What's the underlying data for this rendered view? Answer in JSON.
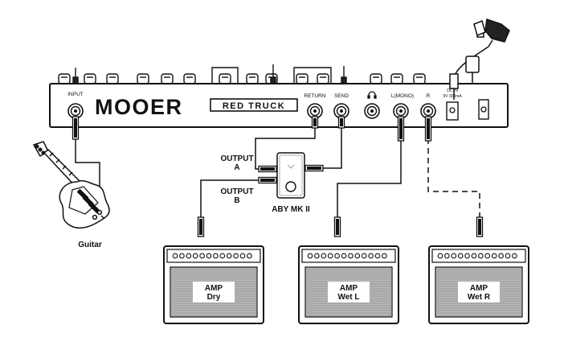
{
  "pedal": {
    "brand": "MOOER",
    "model": "RED TRUCK",
    "jacks": {
      "input": "INPUT",
      "return": "RETURN",
      "send": "SEND",
      "left_mono": "L(MONO)",
      "right": "R",
      "dc_in": "DC IN",
      "dc_spec": "9V 300mA"
    }
  },
  "aby": {
    "name": "ABY MK II",
    "output_a_line1": "OUTPUT",
    "output_a_line2": "A",
    "output_b_line1": "OUTPUT",
    "output_b_line2": "B"
  },
  "guitar": {
    "label": "Guitar"
  },
  "amps": [
    {
      "line1": "AMP",
      "line2": "Dry"
    },
    {
      "line1": "AMP",
      "line2": "Wet L"
    },
    {
      "line1": "AMP",
      "line2": "Wet R"
    }
  ],
  "colors": {
    "line": "#111111",
    "grille": "#b8b8b8",
    "background": "#ffffff"
  }
}
